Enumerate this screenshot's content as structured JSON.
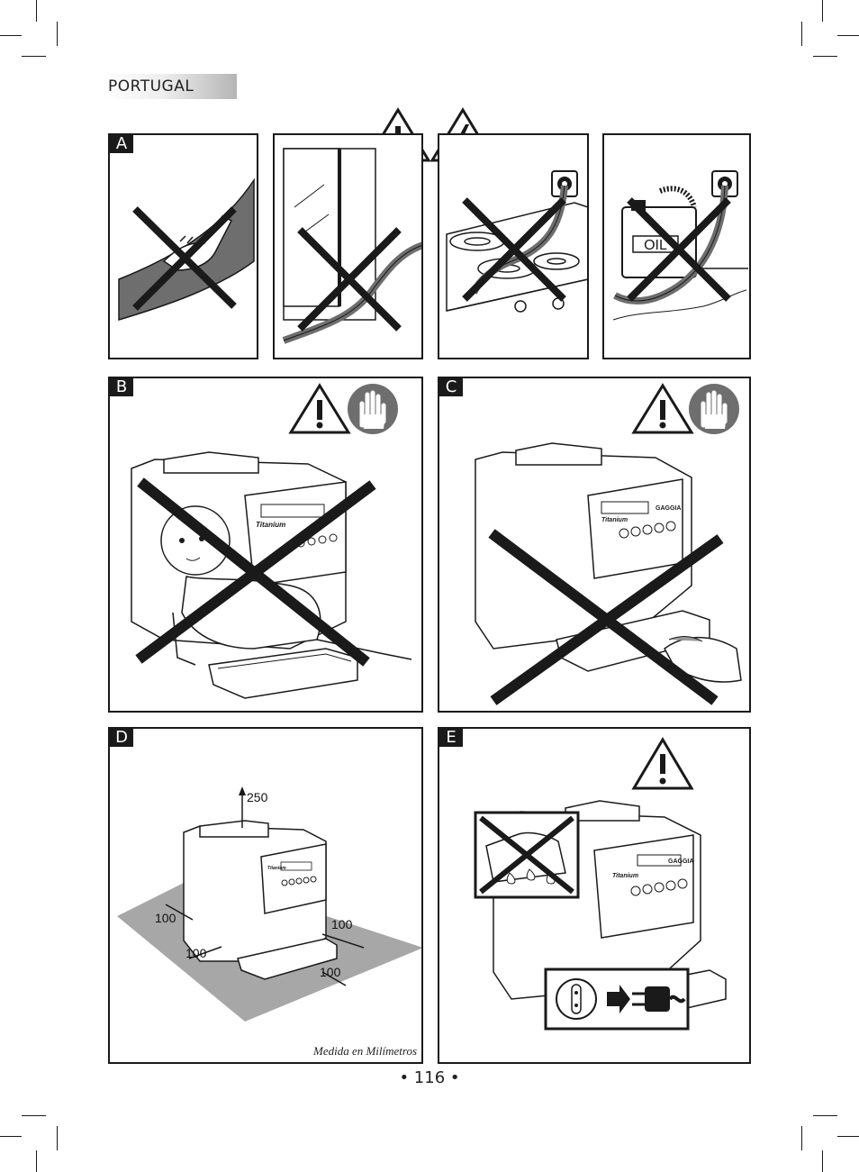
{
  "header": {
    "section": "PORTUGAL"
  },
  "panels": {
    "a": {
      "letter": "A"
    },
    "b": {
      "letter": "B"
    },
    "c": {
      "letter": "C"
    },
    "d": {
      "letter": "D",
      "clearance_top": "250",
      "clearance_left": "100",
      "clearance_front_left": "100",
      "clearance_right": "100",
      "clearance_front": "100",
      "caption": "Medida en Milímetros"
    },
    "e": {
      "letter": "E"
    }
  },
  "branding": {
    "model": "Titanium",
    "brand": "GAGGIA"
  },
  "appliance_labels": {
    "oil_can": "OIL"
  },
  "footer": {
    "page_number": "• 116 •"
  },
  "icons": [
    "warning-triangle-icon",
    "electric-hazard-icon",
    "hand-stop-icon",
    "prohibited-cross-icon",
    "power-socket-icon",
    "power-plug-icon",
    "arrow-right-icon"
  ]
}
